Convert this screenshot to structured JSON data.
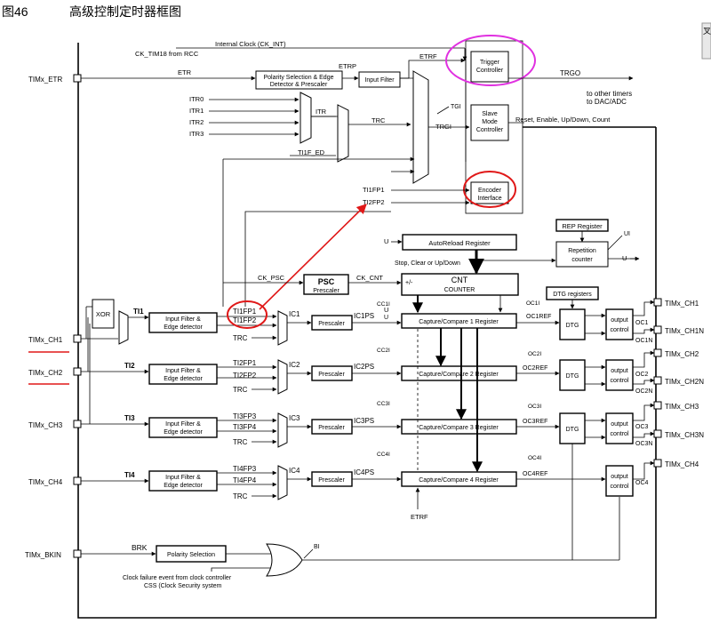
{
  "figure": {
    "number": "图46",
    "title": "高级控制定时器框图"
  },
  "signals": {
    "internal_clock": "Internal Clock (CK_INT)",
    "ck_tim18": "CK_TIM18 from RCC",
    "etr": "ETR",
    "etrp": "ETRP",
    "etrf": "ETRF",
    "itr0": "ITR0",
    "itr1": "ITR1",
    "itr2": "ITR2",
    "itr3": "ITR3",
    "itr": "ITR",
    "trc": "TRC",
    "tgi": "TGI",
    "trgi": "TRGI",
    "ti1f_ed": "TI1F_ED",
    "ti1fp1": "TI1FP1",
    "ti2fp2": "TI2FP2",
    "ti1fp1_b": "TI1FP1",
    "ti1fp2_b": "TI1FP2",
    "ti2fp1": "TI2FP1",
    "ti2fp2_b": "TI2FP2",
    "ti3fp3": "TI3FP3",
    "ti3fp4": "TI3FP4",
    "ti4fp3": "TI4FP3",
    "ti4fp4": "TI4FP4",
    "trgo": "TRGO",
    "to_timers": "to other timers",
    "to_dac": "to DAC/ADC",
    "reset_enable": "Reset, Enable, Up/Down, Count",
    "ck_psc": "CK_PSC",
    "ck_cnt": "CK_CNT",
    "u": "U",
    "ui": "UI",
    "stop_clear": "Stop, Clear or Up/Down",
    "xor": "XOR",
    "ti1": "TI1",
    "ti2": "TI2",
    "ti3": "TI3",
    "ti4": "TI4",
    "ic1": "IC1",
    "ic2": "IC2",
    "ic3": "IC3",
    "ic4": "IC4",
    "ic1ps": "IC1PS",
    "ic2ps": "IC2PS",
    "ic3ps": "IC3PS",
    "ic4ps": "IC4PS",
    "cc1i": "CC1I",
    "cc2i": "CC2I",
    "cc3i": "CC3I",
    "cc4i": "CC4I",
    "oc1i": "OC1I",
    "oc2i": "OC2I",
    "oc3i": "OC3I",
    "oc4i": "OC4I",
    "oc1ref": "OC1REF",
    "oc2ref": "OC2REF",
    "oc3ref": "OC3REF",
    "oc4ref": "OC4REF",
    "oc1": "OC1",
    "oc1n": "OC1N",
    "oc2": "OC2",
    "oc2n": "OC2N",
    "oc3": "OC3",
    "oc3n": "OC3N",
    "oc4": "OC4",
    "etrf_bottom": "ETRF",
    "brk": "BRK",
    "bi": "BI",
    "clock_failure": "Clock failure event from clock controller",
    "css": "CSS (Clock Security system"
  },
  "blocks": {
    "polarity_edge": [
      "Polarity Selection & Edge",
      "Detector & Prescaler"
    ],
    "input_filter": "Input Filter",
    "trigger_controller": [
      "Trigger",
      "Controller"
    ],
    "slave_mode": [
      "Slave",
      "Mode",
      "Controller"
    ],
    "encoder_interface": [
      "Encoder",
      "Interface"
    ],
    "autoreload": "AutoReload Register",
    "rep_register": "REP Register",
    "repetition_counter": [
      "Repetition",
      "counter"
    ],
    "psc": "PSC",
    "psc_sub": "Prescaler",
    "cnt": "CNT",
    "cnt_sub": "COUNTER",
    "cnt_sign": "+/-",
    "dtg_registers": "DTG registers",
    "input_filter_edge": [
      "Input Filter &",
      "Edge detector"
    ],
    "prescaler": "Prescaler",
    "cc1": "Capture/Compare 1 Register",
    "cc2": "Capture/Compare 2 Register",
    "cc3": "Capture/Compare 3 Register",
    "cc4": "Capture/Compare 4 Register",
    "dtg": "DTG",
    "output_control": [
      "output",
      "control"
    ],
    "polarity_selection": "Polarity Selection"
  },
  "pins": {
    "etr": "TIMx_ETR",
    "ch1": "TIMx_CH1",
    "ch2": "TIMx_CH2",
    "ch3": "TIMx_CH3",
    "ch4": "TIMx_CH4",
    "bkin": "TIMx_BKIN",
    "out_ch1": "TIMx_CH1",
    "out_ch1n": "TIMx_CH1N",
    "out_ch2": "TIMx_CH2",
    "out_ch2n": "TIMx_CH2N",
    "out_ch3": "TIMx_CH3",
    "out_ch3n": "TIMx_CH3N",
    "out_ch4": "TIMx_CH4"
  },
  "side_tab": "叉",
  "colors": {
    "highlight_magenta": "#e030e0",
    "highlight_red": "#e01818",
    "line": "#000000"
  }
}
